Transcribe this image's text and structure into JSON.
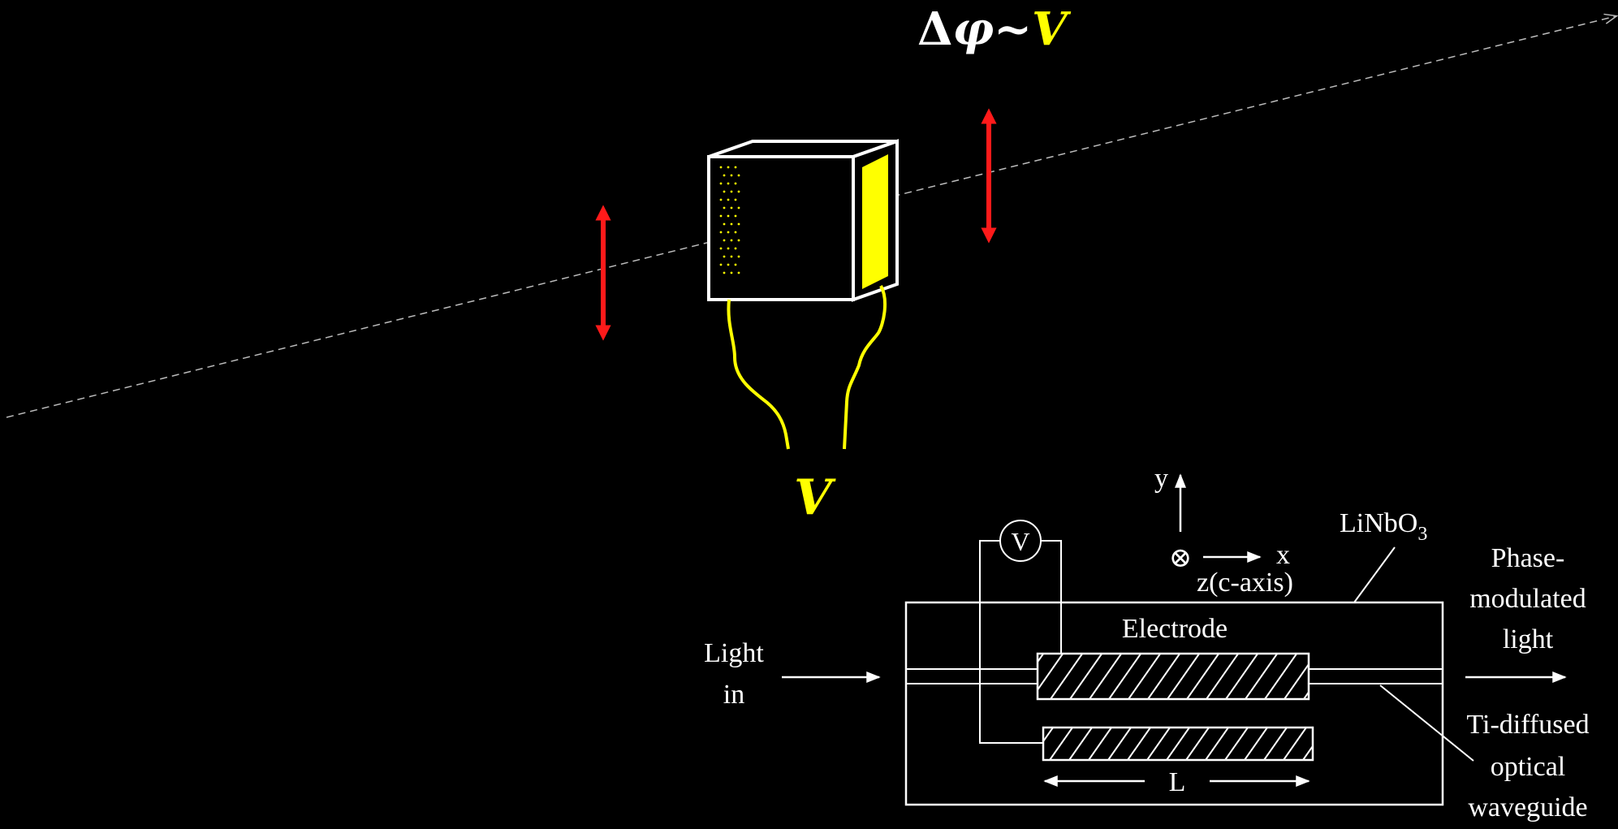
{
  "formula": {
    "delta": "Δ",
    "phi": "φ",
    "tilde": "~",
    "voltage": "V"
  },
  "crystal": {
    "voltage_label": "V"
  },
  "modulator": {
    "voltmeter_symbol": "V",
    "axis_y": "y",
    "axis_x": "x",
    "axis_z": "z(c-axis)",
    "material_prefix": "LiNbO",
    "material_subscript": "3",
    "electrode_label": "Electrode",
    "input_label_line1": "Light",
    "input_label_line2": "in",
    "output_label_line1": "Phase-",
    "output_label_line2": "modulated",
    "output_label_line3": "light",
    "waveguide_label_line1": "Ti-diffused",
    "waveguide_label_line2": "optical",
    "waveguide_label_line3": "waveguide",
    "length_label": "L",
    "cross_symbol": "⊗"
  },
  "colors": {
    "background": "#000000",
    "line": "#ffffff",
    "highlight": "#ffff00",
    "polarization": "#ff1a1a"
  }
}
